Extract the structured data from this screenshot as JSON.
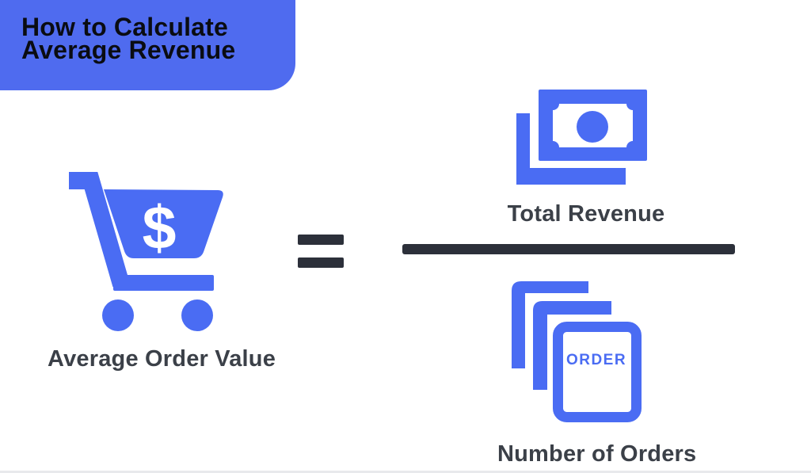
{
  "colors": {
    "page_bg": "#ffffff",
    "icon_blue": "#4a6cf3",
    "badge_bg": "#4f6bef",
    "badge_text": "#0a0c12",
    "label_text": "#3b4048",
    "operator_dark": "#2c303a"
  },
  "header_badge": {
    "title_line1": "How to Calculate",
    "title_line2": "Average Revenue"
  },
  "formula": {
    "left_term": {
      "label": "Average Order Value",
      "icon": "shopping-cart-with-dollar",
      "symbol": "$"
    },
    "equals_symbol": "=",
    "numerator": {
      "label": "Total Revenue",
      "icon": "banknotes-stack"
    },
    "denominator": {
      "label": "Number of Orders",
      "icon": "order-documents-stack",
      "document_text": "ORDER"
    }
  }
}
